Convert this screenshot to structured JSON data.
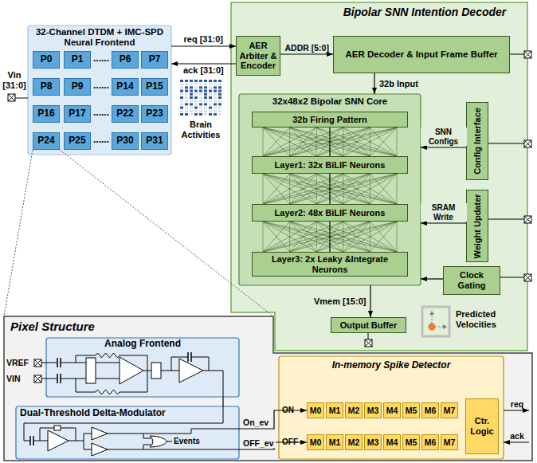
{
  "diagram": {
    "nodes": [
      {
        "text": [
          "32-Channel DTDM + IMC-SPD Neural Frontend"
        ]
      },
      {
        "text": [
          "P0"
        ],
        "in": 0
      },
      {
        "text": [
          "P1"
        ],
        "in": 0
      },
      {
        "text": [
          "P6"
        ],
        "in": 0
      },
      {
        "text": [
          "P7"
        ],
        "in": 0
      },
      {
        "text": [
          "P8"
        ],
        "in": 0
      },
      {
        "text": [
          "P9"
        ],
        "in": 0
      },
      {
        "text": [
          "P14"
        ],
        "in": 0
      },
      {
        "text": [
          "P15"
        ],
        "in": 0
      },
      {
        "text": [
          "P16"
        ],
        "in": 0
      },
      {
        "text": [
          "P17"
        ],
        "in": 0
      },
      {
        "text": [
          "P22"
        ],
        "in": 0
      },
      {
        "text": [
          "P23"
        ],
        "in": 0
      },
      {
        "text": [
          "P24"
        ],
        "in": 0
      },
      {
        "text": [
          "P25"
        ],
        "in": 0
      },
      {
        "text": [
          "P30"
        ],
        "in": 0
      },
      {
        "text": [
          "P31"
        ],
        "in": 0
      },
      {
        "text": [
          "Bipolar SNN Intention Decoder"
        ]
      },
      {
        "text": [
          "AER Arbiter & Encoder"
        ],
        "in": 17
      },
      {
        "text": [
          "AER Decoder & Input Frame Buffer"
        ],
        "in": 17
      },
      {
        "text": [
          "32x48x2 Bipolar SNN Core"
        ],
        "in": 17
      },
      {
        "text": [
          "32b Firing Pattern"
        ],
        "in": 20
      },
      {
        "text": [
          "Layer1: 32x BiLIF Neurons"
        ],
        "in": 20
      },
      {
        "text": [
          "Layer2: 48x BiLIF Neurons"
        ],
        "in": 20
      },
      {
        "text": [
          "Layer3: 2x Leaky &Integrate Neurons"
        ],
        "in": 20
      },
      {
        "text": [
          "Config Interface"
        ],
        "in": 17
      },
      {
        "text": [
          "Weight Updater"
        ],
        "in": 17
      },
      {
        "text": [
          "Clock Gating"
        ],
        "in": 17
      },
      {
        "text": [
          "Output Buffer"
        ],
        "in": 17
      },
      {
        "text": [
          "Predicted Velocities"
        ],
        "in": 17
      },
      {
        "text": [
          "Pixel Structure"
        ]
      },
      {
        "text": [
          "Analog Frontend"
        ],
        "in": 30
      },
      {
        "text": [
          "Dual-Threshold Delta-Modulator"
        ],
        "in": 30
      },
      {
        "text": [
          "In-memory Spike Detector"
        ],
        "in": 30
      },
      {
        "text": [
          "M0"
        ],
        "in": 33
      },
      {
        "text": [
          "M1"
        ],
        "in": 33
      },
      {
        "text": [
          "M2"
        ],
        "in": 33
      },
      {
        "text": [
          "M3"
        ],
        "in": 33
      },
      {
        "text": [
          "M4"
        ],
        "in": 33
      },
      {
        "text": [
          "M5"
        ],
        "in": 33
      },
      {
        "text": [
          "M6"
        ],
        "in": 33
      },
      {
        "text": [
          "M7"
        ],
        "in": 33
      },
      {
        "text": [
          "M0"
        ],
        "in": 33
      },
      {
        "text": [
          "M1"
        ],
        "in": 33
      },
      {
        "text": [
          "M2"
        ],
        "in": 33
      },
      {
        "text": [
          "M3"
        ],
        "in": 33
      },
      {
        "text": [
          "M4"
        ],
        "in": 33
      },
      {
        "text": [
          "M5"
        ],
        "in": 33
      },
      {
        "text": [
          "M6"
        ],
        "in": 33
      },
      {
        "text": [
          "M7"
        ],
        "in": 33
      },
      {
        "text": [
          "Ctr. Logic"
        ],
        "in": 33
      }
    ],
    "edges": [
      {
        "from": 0,
        "to": 18,
        "arrow": "to",
        "label": "req [31:0]"
      },
      {
        "from": 18,
        "to": 0,
        "arrow": "to",
        "label": "ack [31:0]"
      },
      {
        "from": 18,
        "to": 19,
        "arrow": "to",
        "label": "ADDR [5:0]"
      },
      {
        "from": 19,
        "to": 20,
        "arrow": "to",
        "label": "32b Input"
      },
      {
        "from": 25,
        "to": 20,
        "arrow": "to",
        "label": "SNN Configs"
      },
      {
        "from": 26,
        "to": 20,
        "arrow": "to",
        "label": "SRAM Write"
      },
      {
        "from": 27,
        "to": 20,
        "arrow": "to"
      },
      {
        "from": 20,
        "to": 28,
        "arrow": "to",
        "label": "Vmem [15:0]"
      },
      {
        "from": 21,
        "to": 22,
        "arrow": "none"
      },
      {
        "from": 22,
        "to": 23,
        "arrow": "none"
      },
      {
        "from": 23,
        "to": 24,
        "arrow": "none"
      },
      {
        "from": 31,
        "to": 32,
        "arrow": "none"
      },
      {
        "from": 32,
        "to": 34,
        "arrow": "to",
        "label": "On_ev"
      },
      {
        "from": 32,
        "to": 42,
        "arrow": "to",
        "label": "OFF_ev"
      }
    ],
    "labels": [
      "Vin [31:0]",
      "Brain Activities",
      "......",
      "......",
      "......",
      "......",
      "VREF",
      "VIN",
      "Events",
      "ON",
      "OFF",
      "req",
      "ack"
    ]
  }
}
